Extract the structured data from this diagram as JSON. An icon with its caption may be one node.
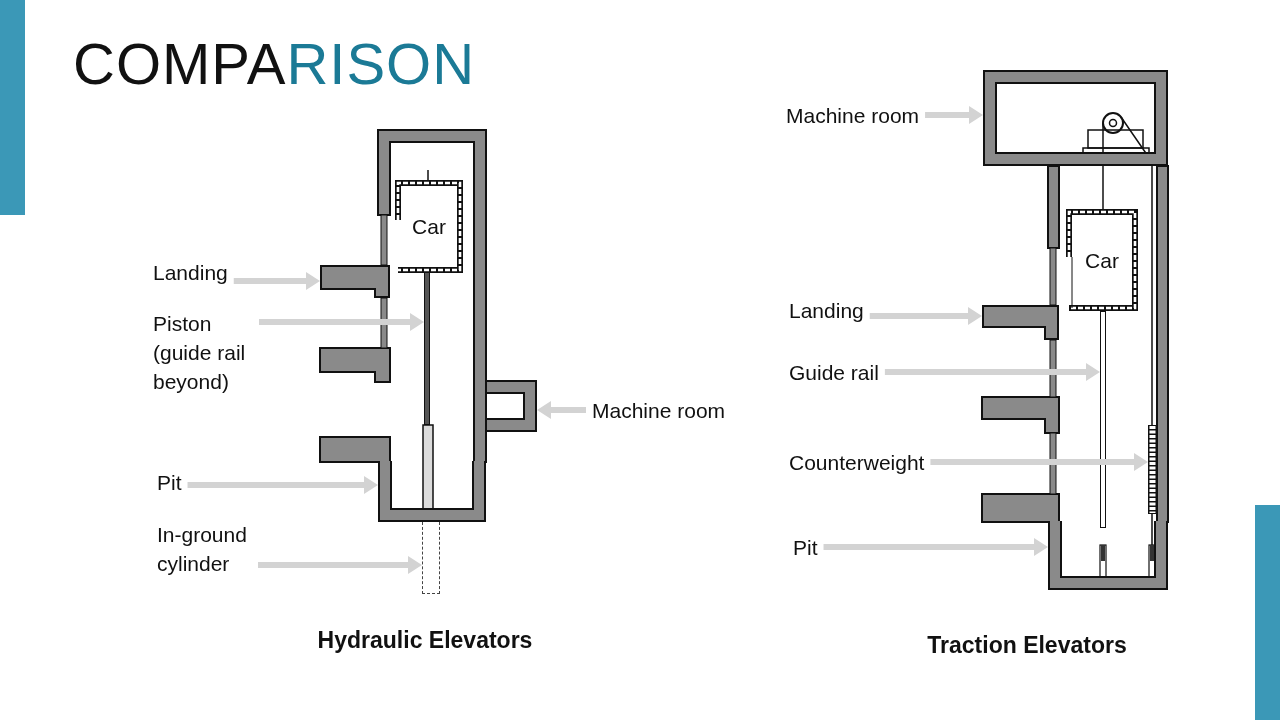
{
  "diagram": {
    "title": "COMPARISON",
    "nodes": [
      {
        "text": [
          "Car"
        ]
      },
      {
        "text": [
          "Landing"
        ]
      },
      {
        "text": [],
        "shape": "box"
      },
      {
        "text": [
          "Piston (guide rail beyond)"
        ]
      },
      {
        "text": [],
        "shape": "bar"
      },
      {
        "text": [
          "Machine room"
        ]
      },
      {
        "text": [],
        "shape": "box"
      },
      {
        "text": [
          "Pit"
        ]
      },
      {
        "text": [],
        "shape": "box"
      },
      {
        "text": [
          "In-ground cylinder"
        ]
      },
      {
        "text": [],
        "shape": "box"
      },
      {
        "text": [
          "Machine room"
        ]
      },
      {
        "text": [],
        "shape": "box"
      },
      {
        "text": [
          "Car"
        ]
      },
      {
        "text": [
          "Landing"
        ]
      },
      {
        "text": [],
        "shape": "box"
      },
      {
        "text": [
          "Guide rail"
        ]
      },
      {
        "text": [],
        "shape": "bar"
      },
      {
        "text": [
          "Counterweight"
        ]
      },
      {
        "text": [],
        "shape": "bar"
      },
      {
        "text": [
          "Pit"
        ]
      },
      {
        "text": [],
        "shape": "box"
      }
    ],
    "edges": [
      {
        "from": 1,
        "to": 2,
        "arrow": "to"
      },
      {
        "from": 3,
        "to": 4,
        "arrow": "to"
      },
      {
        "from": 5,
        "to": 6,
        "arrow": "to"
      },
      {
        "from": 7,
        "to": 8,
        "arrow": "to"
      },
      {
        "from": 9,
        "to": 10,
        "arrow": "to"
      },
      {
        "from": 11,
        "to": 12,
        "arrow": "to"
      },
      {
        "from": 14,
        "to": 15,
        "arrow": "to"
      },
      {
        "from": 16,
        "to": 17,
        "arrow": "to"
      },
      {
        "from": 18,
        "to": 19,
        "arrow": "to"
      },
      {
        "from": 20,
        "to": 21,
        "arrow": "to"
      }
    ],
    "labels": [
      "Hydraulic Elevators",
      "Traction Elevators"
    ]
  }
}
